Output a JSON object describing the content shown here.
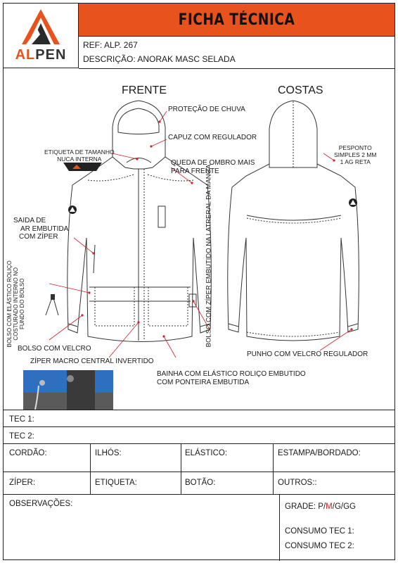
{
  "header": {
    "logo_text_1": "AL",
    "logo_text_2": "PEN",
    "title": "FICHA TÉCNICA",
    "ref": "REF: ALP. 267",
    "description": "DESCRIÇÃO: ANORAK MASC SELADA"
  },
  "views": {
    "front": "FRENTE",
    "back": "COSTAS"
  },
  "annotations": {
    "rain_protection": "PROTEÇÃO DE CHUVA",
    "hood_adjuster": "CAPUZ COM REGULADOR",
    "size_label_1": "ETIQUETA DE TAMANHO",
    "size_label_2": "NUCA INTERNA",
    "shoulder_drop_1": "QUEDA DE OMBRO MAIS",
    "shoulder_drop_2": "PARA FRENTE",
    "air_outlet_1": "SAIDA DE",
    "air_outlet_2": "AR EMBUTIDA",
    "air_outlet_3": "COM ZÍPER",
    "inner_pocket_1": "BOLSO COM ELÁSTICO ROLIÇO",
    "inner_pocket_2": "COSTURADO INTERNO NO",
    "inner_pocket_3": "FUNDO DO BOLSO",
    "velcro_pocket": "BOLSO COM VELCRO",
    "macro_zipper": "ZÍPER MACRO CENTRAL INVERTIDO",
    "hem_1": "BAINHA COM ELÁSTICO ROLIÇO EMBUTIDO",
    "hem_2": "COM PONTEIRA EMBUTIDA",
    "sleeve_zip_pocket": "BOLSO COM ZÍPER EMBUTIDO NA LATRERAL DA MANGA",
    "stitch_1": "PESPONTO",
    "stitch_2": "SIMPLES 2 MM",
    "stitch_3": "1 AG RETA",
    "cuff": "PUNHO COM VELCRO REGULADOR"
  },
  "form": {
    "tec1": "TEC 1:",
    "tec2": "TEC 2:",
    "cordao": "CORDÃO:",
    "ilhos": "ILHÓS:",
    "elastico": "ELÁSTICO:",
    "estampa": "ESTAMPA/BORDADO:",
    "ziper": "ZÍPER:",
    "etiqueta": "ETIQUETA:",
    "botao": "BOTÃO:",
    "outros": "OUTROS::",
    "observacoes": "OBSERVAÇÕES:",
    "grade_label": "GRADE: ",
    "grade_p": "P/",
    "grade_m": "M",
    "grade_rest": "/G/GG",
    "consumo1": "CONSUMO TEC 1:",
    "consumo2": "CONSUMO TEC 2:"
  },
  "colors": {
    "accent": "#e8531d",
    "arrow": "#c9232d",
    "photo_blue": "#2f6fc0"
  }
}
